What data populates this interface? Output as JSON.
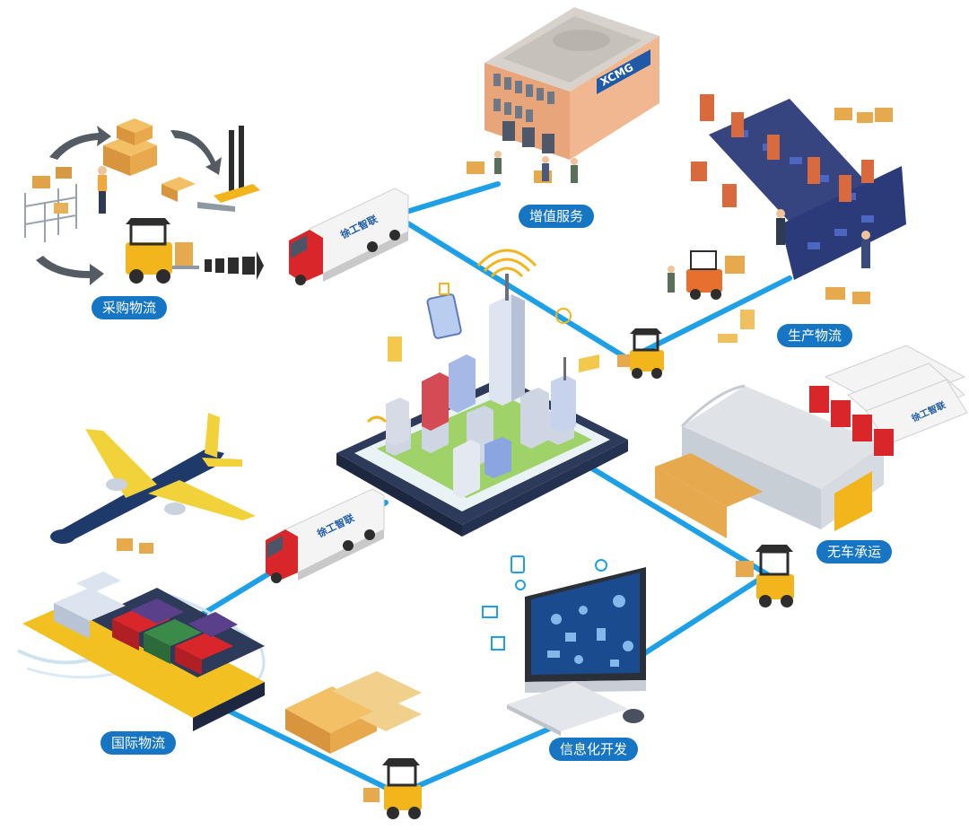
{
  "colors": {
    "route": "#1ea0e6",
    "label_bg": "#1776c4",
    "label_text": "#ffffff",
    "truck_cab": "#d9262b",
    "forklift": "#f2b51c",
    "plane_body": "#1d3a6b",
    "plane_wing": "#f2d23b",
    "tablet_frame": "#2e3a59",
    "building_brick": "#e8a57a"
  },
  "nodes": {
    "procurement": {
      "label": "采购物流",
      "icon": "warehouse-rack-forklift-icon"
    },
    "value_added": {
      "label": "增值服务",
      "icon": "factory-building-icon",
      "brand": "XCMG"
    },
    "production": {
      "label": "生产物流",
      "icon": "robot-assembly-line-icon"
    },
    "carless": {
      "label": "无车承运",
      "icon": "warehouse-hangar-trucks-icon"
    },
    "it_dev": {
      "label": "信息化开发",
      "icon": "computer-monitor-icon"
    },
    "international": {
      "label": "国际物流",
      "icon": "cargo-ship-airplane-icon"
    }
  },
  "truck_logo": "徐工智联",
  "hub": {
    "icon": "smart-city-tablet-icon"
  }
}
